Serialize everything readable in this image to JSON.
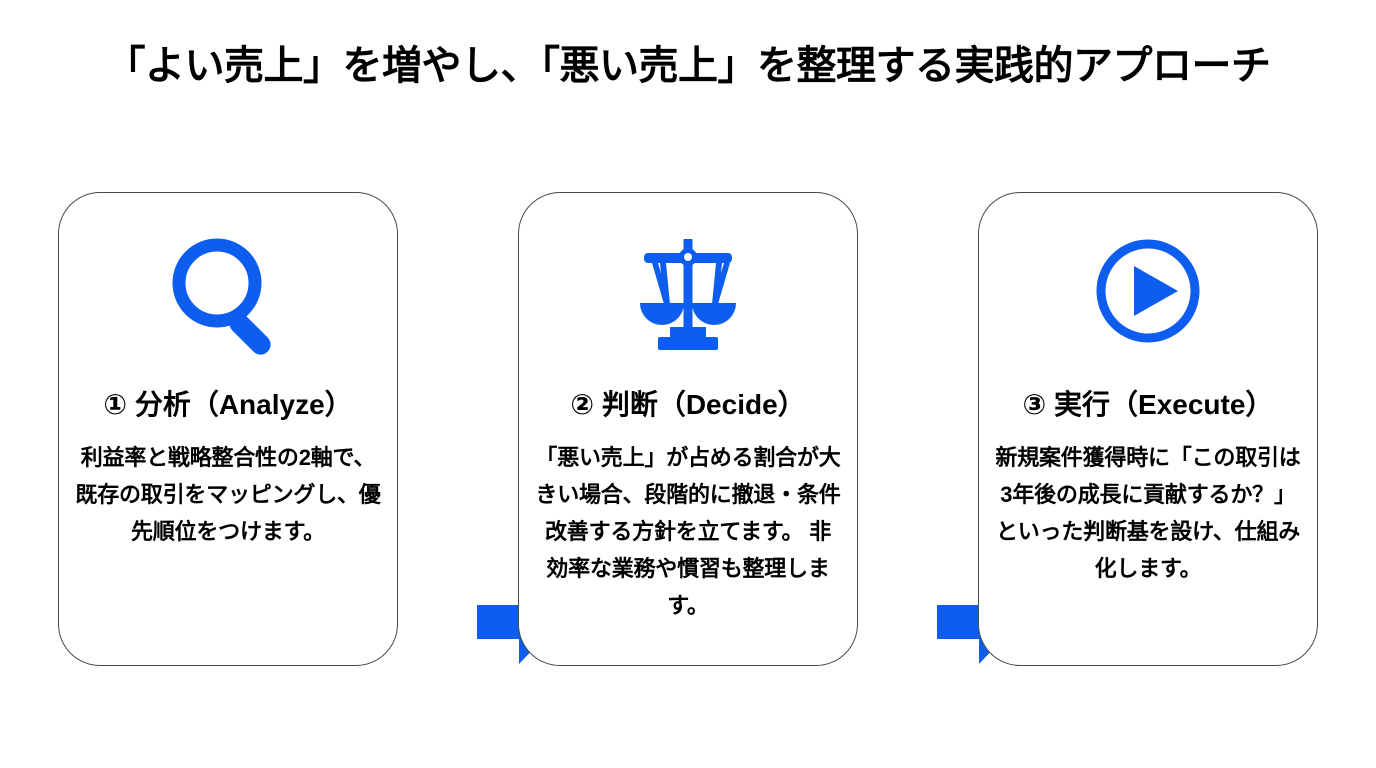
{
  "slide": {
    "title": "「よい売上」を増やし、「悪い売上」を整理する実践的アプローチ",
    "background_color": "#ffffff",
    "accent_color": "#0d5def",
    "border_color": "#4a4a4a",
    "text_color": "#000000"
  },
  "steps": [
    {
      "icon": "magnifier-icon",
      "title": "① 分析（Analyze）",
      "body": "利益率と戦略整合性の2軸で、既存の取引をマッピングし、優先順位をつけます。"
    },
    {
      "icon": "balance-scale-icon",
      "title": "② 判断（Decide）",
      "body": "「悪い売上」が占める割合が大きい場合、段階的に撤退・条件改善する方針を立てます。 非効率な業務や慣習も整理します。"
    },
    {
      "icon": "play-circle-icon",
      "title": "③ 実行（Execute）",
      "body": "新規案件獲得時に「この取引は3年後の成長に貢献するか？」といった判断基を設け、仕組み化します。"
    }
  ],
  "connectors": [
    {
      "icon": "arrow-right-icon"
    },
    {
      "icon": "arrow-right-icon"
    }
  ]
}
